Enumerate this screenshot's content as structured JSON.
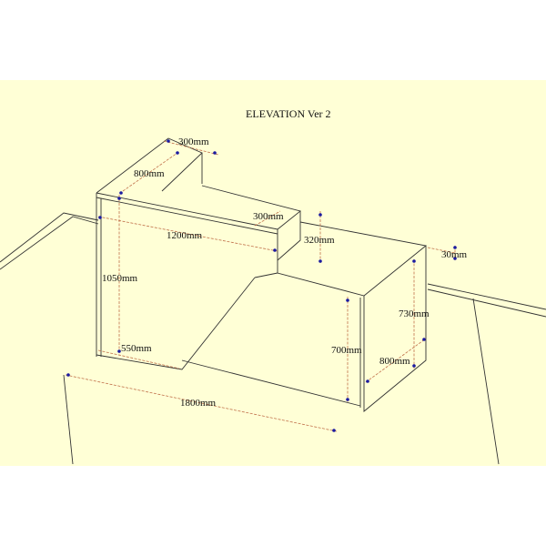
{
  "title": "ELEVATION Ver 2",
  "dimensions": {
    "top_depth": "300mm",
    "side_depth": "800mm",
    "riser_depth": "300mm",
    "front_width": "1200mm",
    "riser_height": "320mm",
    "top_thickness": "30mm",
    "total_height": "1050mm",
    "lower_side_height": "730mm",
    "lower_front_height": "700mm",
    "lower_depth": "800mm",
    "ramp_width": "550mm",
    "total_width": "1800mm"
  },
  "colors": {
    "background": "#ffffd6",
    "dimension_line": "#c0704a",
    "arrow": "#1a1aa0"
  }
}
